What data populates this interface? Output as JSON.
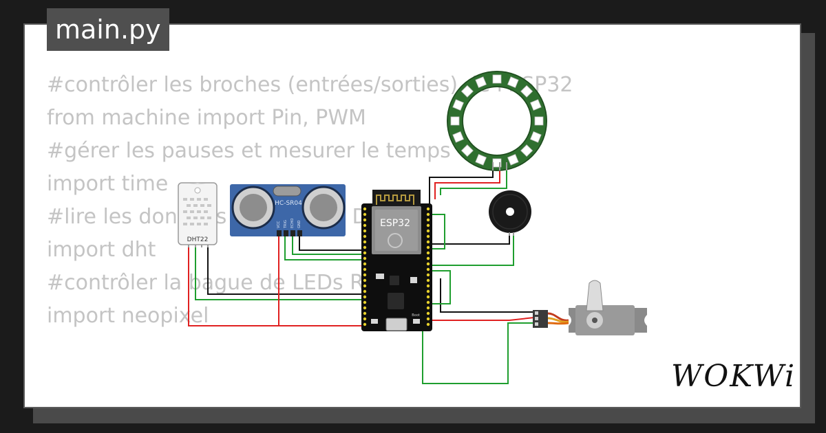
{
  "tab": {
    "filename": "main.py"
  },
  "code_lines": [
    "#contrôler les broches (entrées/sorties) de l'ESP32",
    "from machine import Pin, PWM",
    "#gérer les pauses et mesurer le temps",
    "import time",
    "#lire les données du capteur DHT22",
    "import dht",
    "#contrôler la bague de LEDs RGB",
    "import neopixel"
  ],
  "components": {
    "dht_label": "DHT22",
    "ultrasonic_label": "HC-SR04",
    "ultrasonic_pins": [
      "VCC",
      "TRIG",
      "ECHO",
      "GND"
    ],
    "esp_label": "ESP32",
    "boot_label": "Boot"
  },
  "logo": {
    "text": "WOKWi"
  },
  "colors": {
    "background": "#1b1b1b",
    "card": "#ffffff",
    "tab": "#4f4f4f",
    "code_text": "#c4c4c4",
    "wire_red": "#e02020",
    "wire_black": "#111111",
    "wire_green": "#1e9e2e",
    "led_ring": "#2f6f2f",
    "sensor_blue": "#3d67a8"
  }
}
